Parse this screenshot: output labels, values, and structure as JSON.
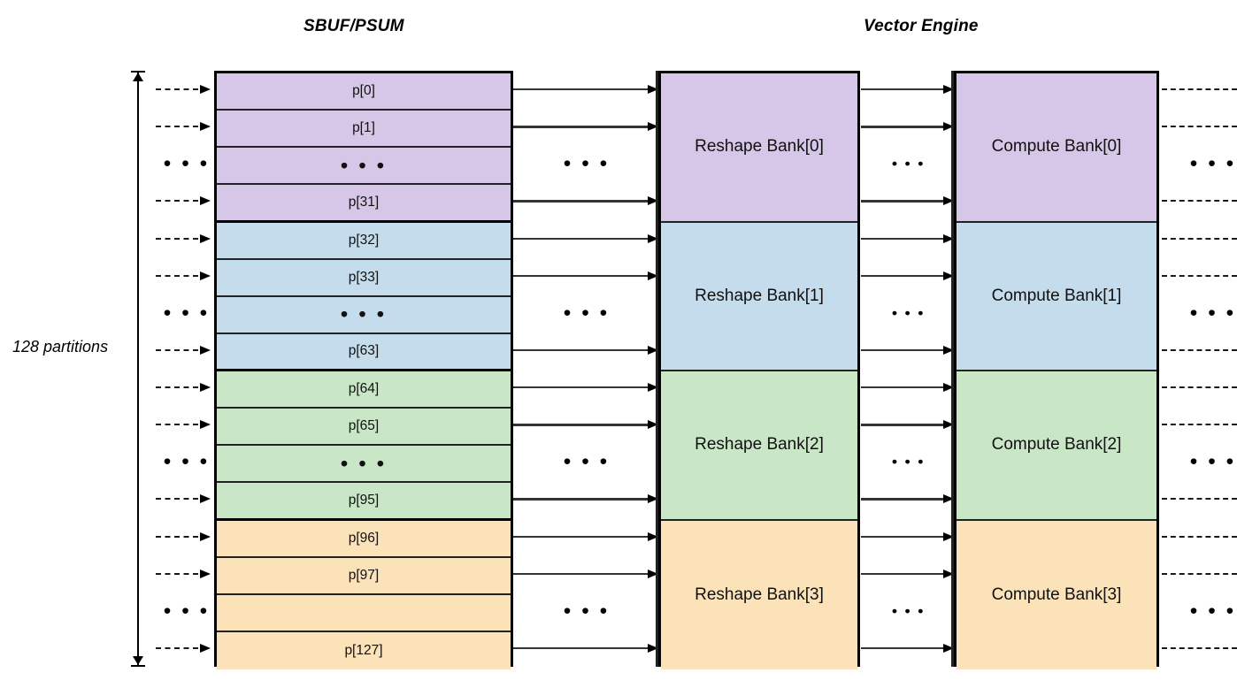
{
  "titles": {
    "sbuf": "SBUF/PSUM",
    "vector_engine": "Vector Engine"
  },
  "left_axis": {
    "label": "128 partitions",
    "arrow": "double-headed-vertical-arrow"
  },
  "ellipsis": "• • •",
  "colors": {
    "bank0": "#d6c6e8",
    "bank1": "#c5dcec",
    "bank2": "#c9e7c7",
    "bank3": "#fce2b8",
    "stroke": "#000000",
    "inner_stroke": "#222222",
    "background": "#ffffff"
  },
  "groups": [
    {
      "index": 0,
      "color": "#d6c6e8",
      "reshape_label": "Reshape Bank[0]",
      "compute_label": "Compute Bank[0]",
      "rows": [
        {
          "label": "p[0]",
          "kind": "partition"
        },
        {
          "label": "p[1]",
          "kind": "partition"
        },
        {
          "label": "• • •",
          "kind": "ellipsis"
        },
        {
          "label": "p[31]",
          "kind": "partition"
        }
      ]
    },
    {
      "index": 1,
      "color": "#c5dcec",
      "reshape_label": "Reshape Bank[1]",
      "compute_label": "Compute Bank[1]",
      "rows": [
        {
          "label": "p[32]",
          "kind": "partition"
        },
        {
          "label": "p[33]",
          "kind": "partition"
        },
        {
          "label": "• • •",
          "kind": "ellipsis"
        },
        {
          "label": "p[63]",
          "kind": "partition"
        }
      ]
    },
    {
      "index": 2,
      "color": "#c9e7c7",
      "reshape_label": "Reshape Bank[2]",
      "compute_label": "Compute Bank[2]",
      "rows": [
        {
          "label": "p[64]",
          "kind": "partition"
        },
        {
          "label": "p[65]",
          "kind": "partition"
        },
        {
          "label": "• • •",
          "kind": "ellipsis"
        },
        {
          "label": "p[95]",
          "kind": "partition"
        }
      ]
    },
    {
      "index": 3,
      "color": "#fce2b8",
      "reshape_label": "Reshape Bank[3]",
      "compute_label": "Compute Bank[3]",
      "rows": [
        {
          "label": "p[96]",
          "kind": "partition"
        },
        {
          "label": "p[97]",
          "kind": "partition"
        },
        {
          "label": "",
          "kind": "ellipsis"
        },
        {
          "label": "p[127]",
          "kind": "partition"
        }
      ]
    }
  ]
}
